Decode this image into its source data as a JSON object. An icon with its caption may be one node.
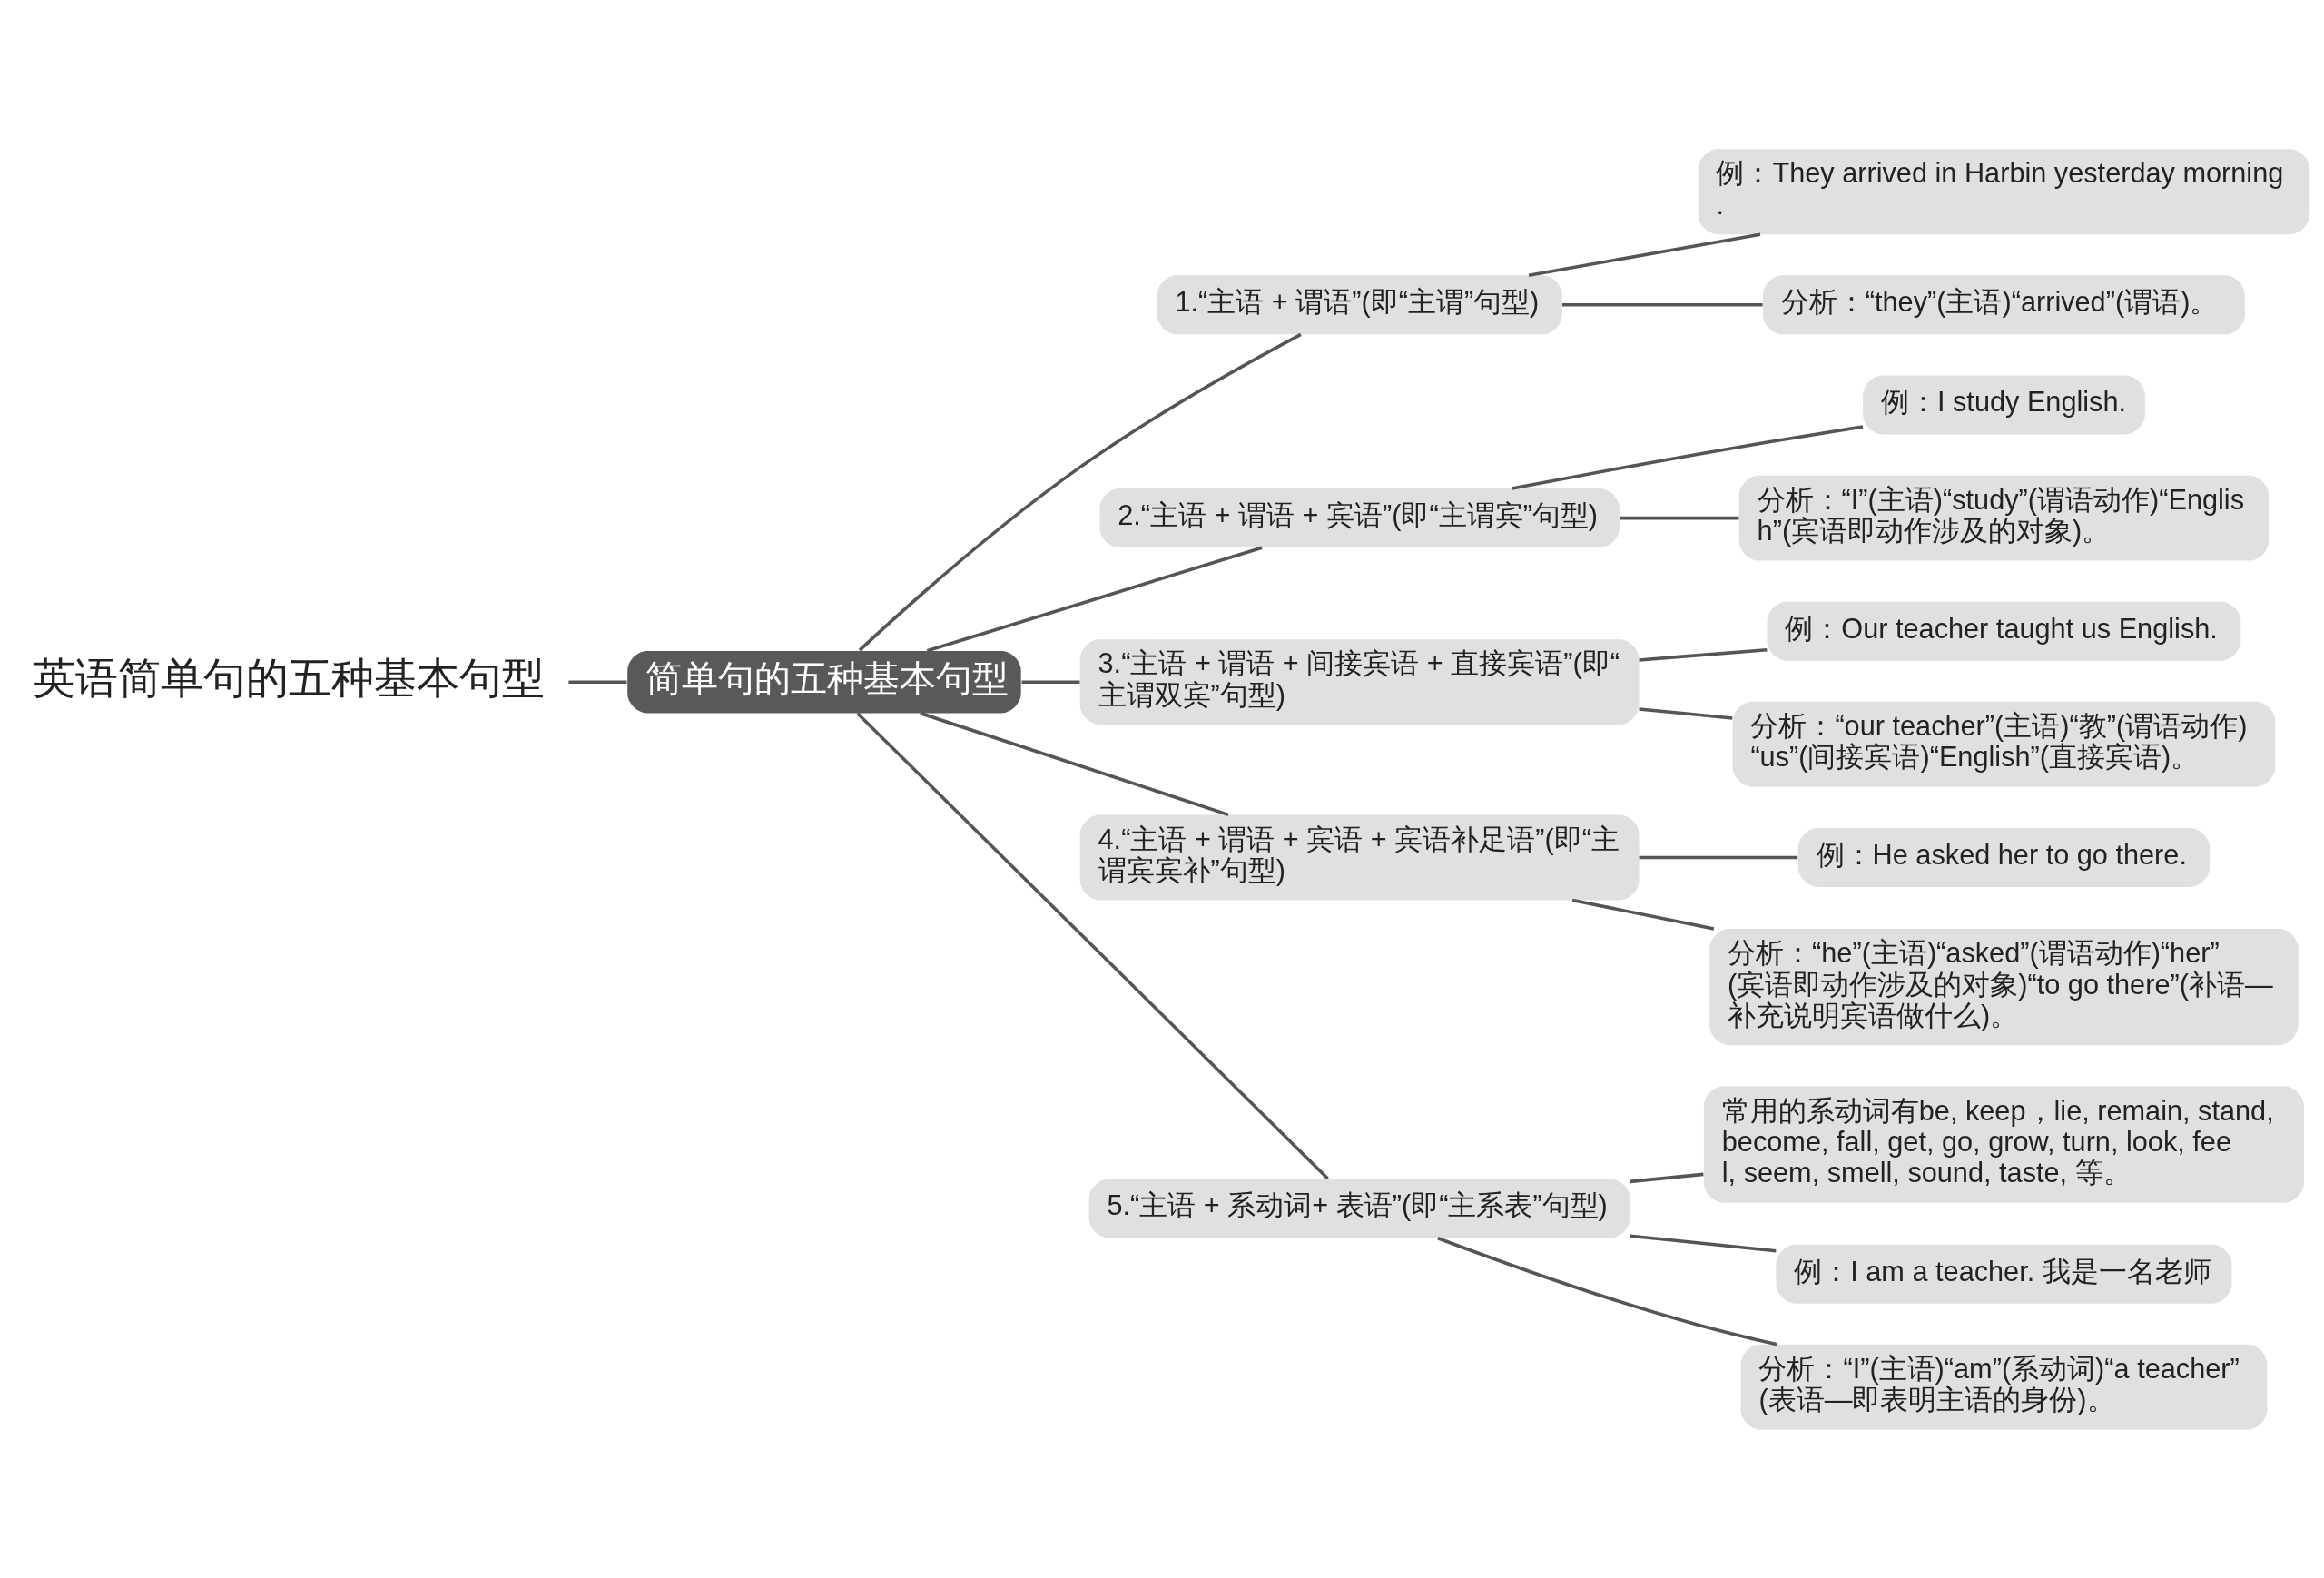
{
  "diagram": {
    "nodes": [
      {
        "text": [
          "英语简单句的五种基本句型"
        ]
      },
      {
        "text": [
          "简单句的五种基本句型"
        ]
      },
      {
        "text": [
          "1.“主语 + 谓语”(即“主谓”句型)"
        ]
      },
      {
        "text": [
          "例：They arrived in Harbin yesterday morning."
        ]
      },
      {
        "text": [
          "分析：“they”(主语)“arrived”(谓语)。"
        ]
      },
      {
        "text": [
          "2.“主语 + 谓语 + 宾语”(即“主谓宾”句型)"
        ]
      },
      {
        "text": [
          "例：I study English."
        ]
      },
      {
        "text": [
          "分析：“I”(主语)“study”(谓语动作)“English”(宾语即动作涉及的对象)。"
        ]
      },
      {
        "text": [
          "3.“主语 + 谓语 + 间接宾语 + 直接宾语”(即“主谓双宾”句型)"
        ]
      },
      {
        "text": [
          "例：Our teacher taught us English."
        ]
      },
      {
        "text": [
          "分析：“our teacher”(主语)“教”(谓语动作)“us”(间接宾语)“English”(直接宾语)。"
        ]
      },
      {
        "text": [
          "4.“主语 + 谓语 + 宾语 + 宾语补足语”(即“主谓宾宾补”句型)"
        ]
      },
      {
        "text": [
          "例：He asked her to go there."
        ]
      },
      {
        "text": [
          "分析：“he”(主语)“asked”(谓语动作)“her”(宾语即动作涉及的对象)“to go there”(补语—补充说明宾语做什么)。"
        ]
      },
      {
        "text": [
          "5.“主语 + 系动词+ 表语”(即“主系表”句型)"
        ]
      },
      {
        "text": [
          "常用的系动词有be, keep，lie, remain, stand, become, fall, get, go, grow, turn, look, feel, seem, smell, sound, taste, 等。"
        ]
      },
      {
        "text": [
          "例：I am a teacher. 我是一名老师"
        ]
      },
      {
        "text": [
          "分析：“I”(主语)“am”(系动词)“a teacher”(表语—即表明主语的身份)。"
        ]
      }
    ],
    "edges": [
      {
        "from": 0,
        "to": 1,
        "arrow": "none"
      },
      {
        "from": 1,
        "to": 2,
        "arrow": "none"
      },
      {
        "from": 2,
        "to": 3,
        "arrow": "none"
      },
      {
        "from": 2,
        "to": 4,
        "arrow": "none"
      },
      {
        "from": 1,
        "to": 5,
        "arrow": "none"
      },
      {
        "from": 5,
        "to": 6,
        "arrow": "none"
      },
      {
        "from": 5,
        "to": 7,
        "arrow": "none"
      },
      {
        "from": 1,
        "to": 8,
        "arrow": "none"
      },
      {
        "from": 8,
        "to": 9,
        "arrow": "none"
      },
      {
        "from": 8,
        "to": 10,
        "arrow": "none"
      },
      {
        "from": 1,
        "to": 11,
        "arrow": "none"
      },
      {
        "from": 11,
        "to": 12,
        "arrow": "none"
      },
      {
        "from": 11,
        "to": 13,
        "arrow": "none"
      },
      {
        "from": 1,
        "to": 14,
        "arrow": "none"
      },
      {
        "from": 14,
        "to": 15,
        "arrow": "none"
      },
      {
        "from": 14,
        "to": 16,
        "arrow": "none"
      },
      {
        "from": 14,
        "to": 17,
        "arrow": "none"
      }
    ]
  }
}
